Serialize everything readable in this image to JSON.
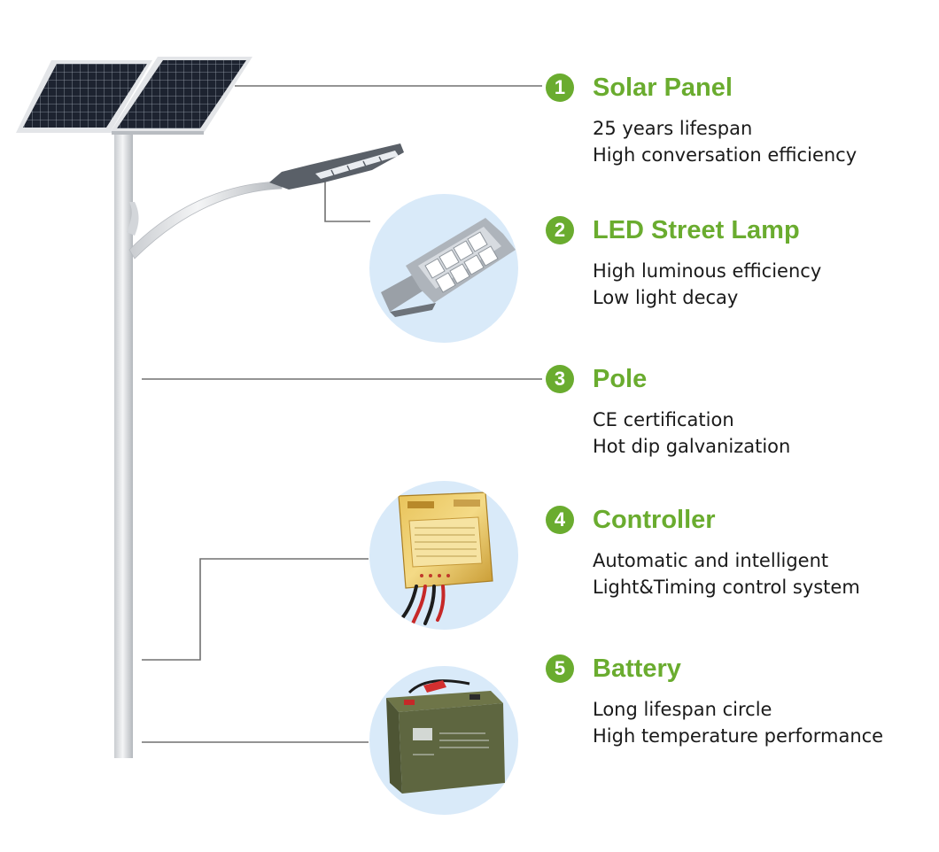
{
  "theme": {
    "accent": "#6aac2f",
    "bubble": "#d9eaf9",
    "leader_line": "#707070"
  },
  "icons": [
    "solar-panel-illustration",
    "street-lamp-illustration",
    "pole-illustration",
    "controller-photo",
    "battery-photo"
  ],
  "components": [
    {
      "number": "1",
      "title": "Solar Panel",
      "lines": [
        "25 years lifespan",
        "High conversation efficiency"
      ]
    },
    {
      "number": "2",
      "title": "LED Street Lamp",
      "lines": [
        "High luminous efficiency",
        "Low light decay"
      ]
    },
    {
      "number": "3",
      "title": "Pole",
      "lines": [
        "CE certification",
        "Hot dip galvanization"
      ]
    },
    {
      "number": "4",
      "title": "Controller",
      "lines": [
        "Automatic and intelligent",
        "Light&Timing control system"
      ]
    },
    {
      "number": "5",
      "title": "Battery",
      "lines": [
        "Long lifespan circle",
        "High temperature performance"
      ]
    }
  ]
}
